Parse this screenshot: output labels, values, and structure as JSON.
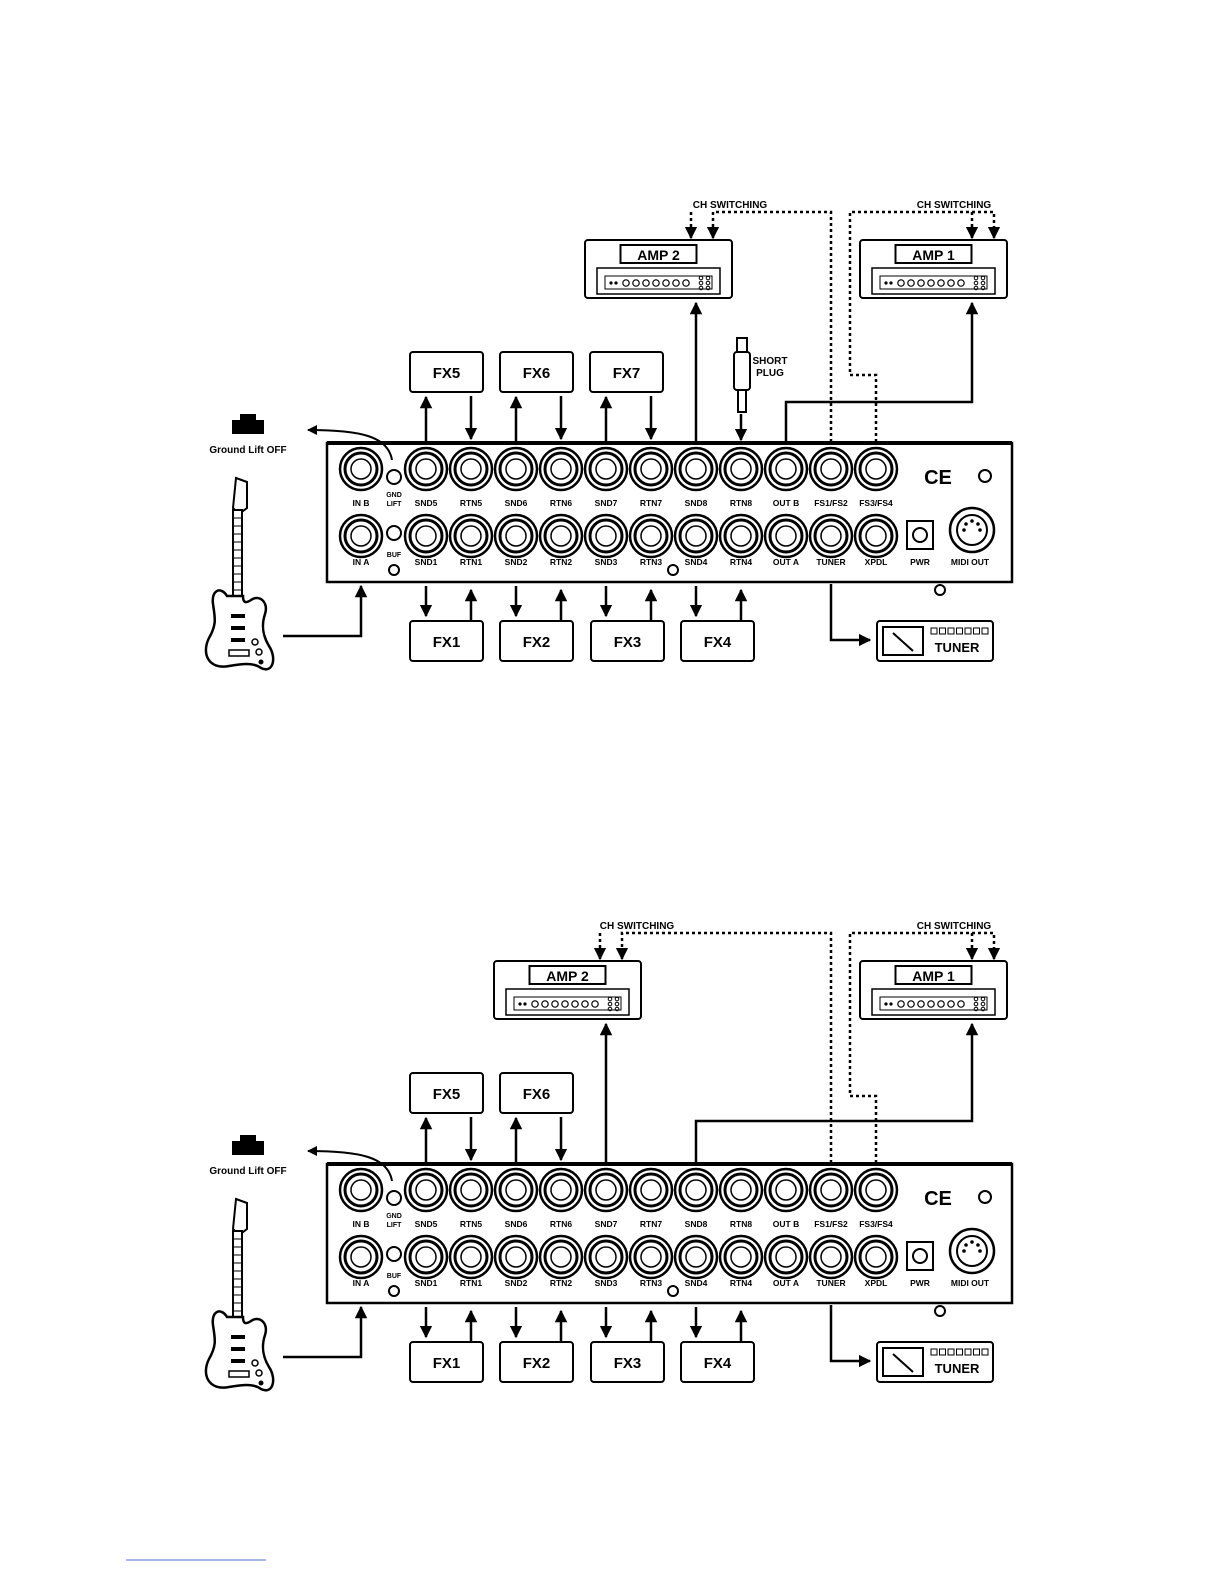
{
  "labels": {
    "ch_switching": "CH SWITCHING",
    "amp1": "AMP 1",
    "amp2": "AMP 2",
    "short_plug_line1": "SHORT",
    "short_plug_line2": "PLUG",
    "ground_lift": "Ground Lift OFF",
    "gnd": "GND",
    "lift": "LIFT",
    "buf": "BUF",
    "pwr": "PWR",
    "midi_out": "MIDI OUT",
    "ce": "CE",
    "tuner": "TUNER"
  },
  "jacks_top": [
    "IN B",
    "SND5",
    "RTN5",
    "SND6",
    "RTN6",
    "SND7",
    "RTN7",
    "SND8",
    "RTN8",
    "OUT B",
    "FS1/FS2",
    "FS3/FS4"
  ],
  "jacks_bottom": [
    "IN A",
    "SND1",
    "RTN1",
    "SND2",
    "RTN2",
    "SND3",
    "RTN3",
    "SND4",
    "RTN4",
    "OUT A",
    "TUNER",
    "XPDL"
  ],
  "diagram1": {
    "fx_top": [
      "FX5",
      "FX6",
      "FX7"
    ],
    "fx_bottom": [
      "FX1",
      "FX2",
      "FX3",
      "FX4"
    ]
  },
  "diagram2": {
    "fx_top": [
      "FX5",
      "FX6"
    ],
    "fx_bottom": [
      "FX1",
      "FX2",
      "FX3",
      "FX4"
    ]
  }
}
